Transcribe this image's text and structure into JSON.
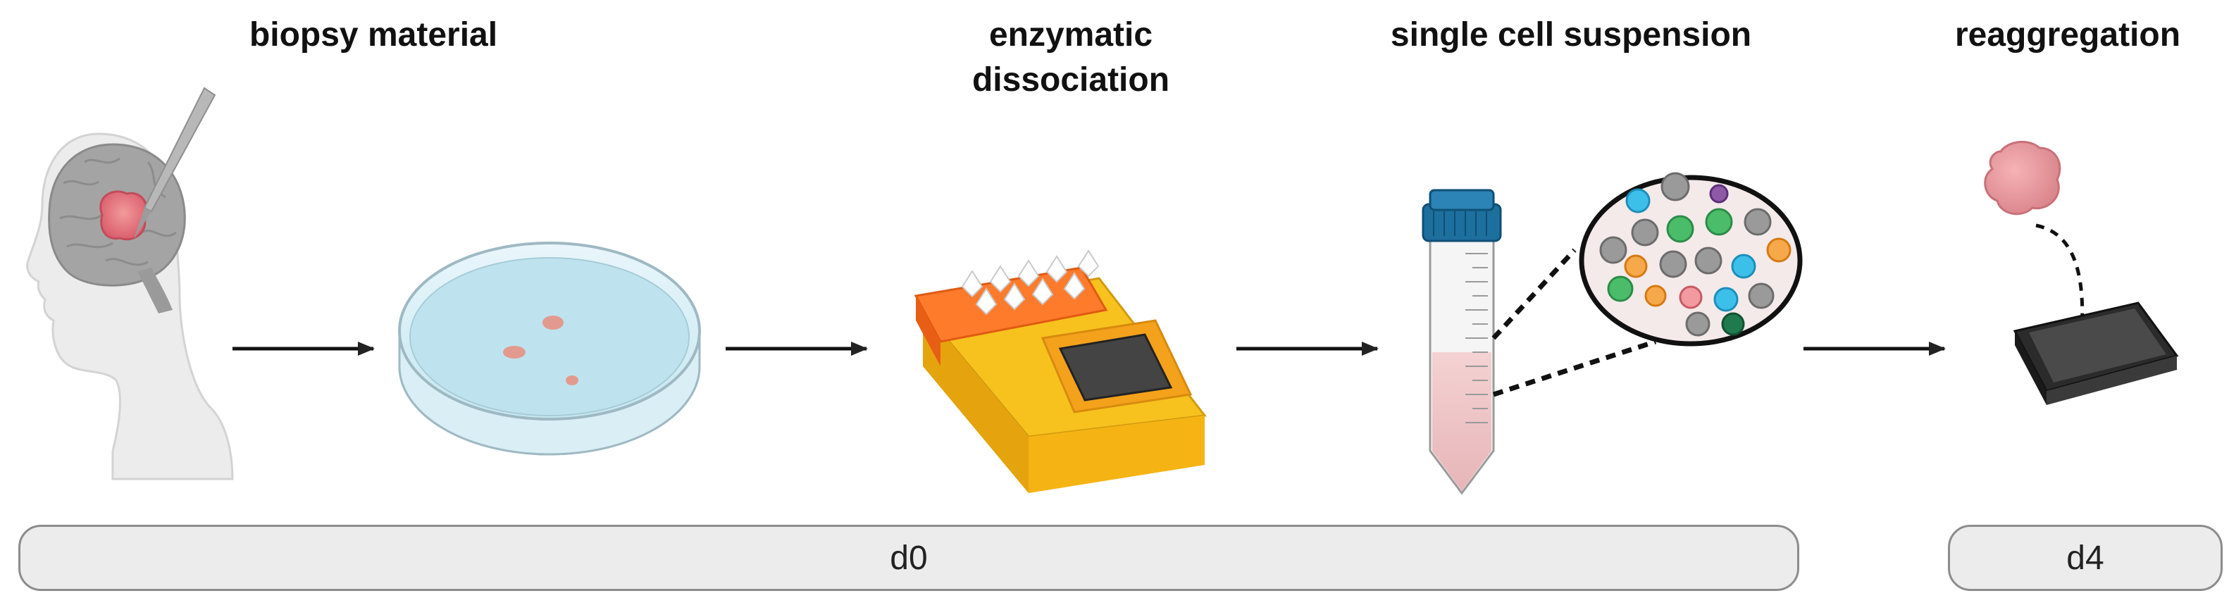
{
  "steps": [
    {
      "title": "biopsy material"
    },
    {
      "title_line1": "enzymatic",
      "title_line2": "dissociation"
    },
    {
      "title": "single cell suspension"
    },
    {
      "title": "reaggregation"
    }
  ],
  "timeline": {
    "d0_label": "d0",
    "d4_label": "d4"
  }
}
